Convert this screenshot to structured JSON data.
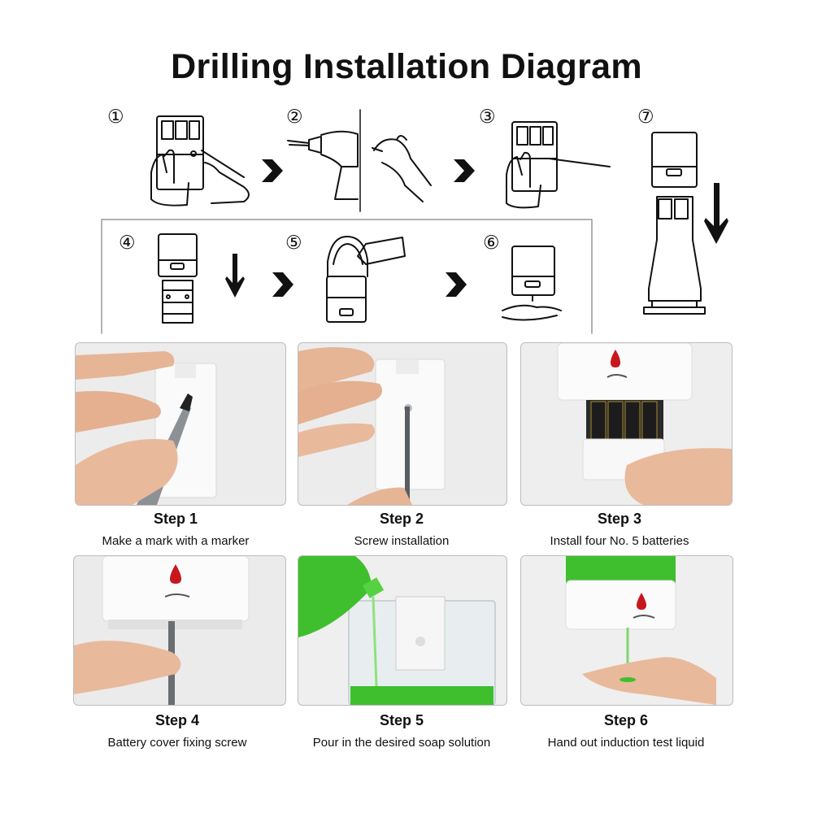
{
  "title": "Drilling Installation Diagram",
  "diagram_steps": [
    "①",
    "②",
    "③",
    "④",
    "⑤",
    "⑥",
    "⑦"
  ],
  "steps": [
    {
      "title": "Step 1",
      "desc": "Make a mark with a marker"
    },
    {
      "title": "Step 2",
      "desc": "Screw installation"
    },
    {
      "title": "Step 3",
      "desc": "Install four No. 5 batteries"
    },
    {
      "title": "Step 4",
      "desc": "Battery cover fixing screw"
    },
    {
      "title": "Step 5",
      "desc": "Pour in the desired soap solution"
    },
    {
      "title": "Step 6",
      "desc": "Hand out induction test liquid"
    }
  ],
  "colors": {
    "soap_green": "#3fbf2e",
    "drop_red": "#c8161d",
    "skin": "#e9b99c"
  }
}
